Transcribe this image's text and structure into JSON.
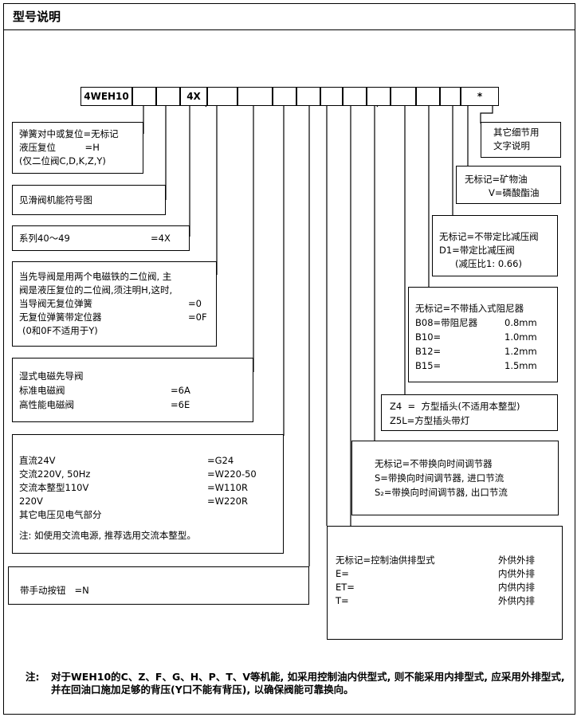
{
  "title": "型号说明",
  "code": {
    "prefix": "4WEH10",
    "series": "4X",
    "star": "*"
  },
  "boxes": {
    "spring": [
      "弹簧对中或复位=无标记",
      "液压复位          =H",
      "(仅二位阀C,D,K,Z,Y)"
    ],
    "symbol": [
      "见滑阀机能符号图"
    ],
    "series": [
      "系列40～49",
      "=4X"
    ],
    "pilot_valve": [
      "当先导阀是用两个电磁铁的二位阀, 主",
      "阀是液压复位的二位阀,须注明H,这时,",
      "当导阀无复位弹簧",
      "=0",
      "无复位弹簧带定位器",
      "=0F",
      "(0和0F不适用于Y)"
    ],
    "solenoid": [
      "湿式电磁先导阀",
      "标准电磁阀",
      "=6A",
      "高性能电磁阀",
      "=6E"
    ],
    "voltage": [
      "直流24V",
      "=G24",
      "交流220V, 50Hz",
      "=W220-50",
      "交流本整型110V",
      "=W110R",
      "220V",
      "=W220R",
      "其它电压见电气部分",
      "注: 如使用交流电源, 推荐选用交流本整型。"
    ],
    "manual": [
      "带手动按钮   =N"
    ],
    "other": [
      "其它细节用",
      "文字说明"
    ],
    "oil": [
      "无标记=矿物油",
      "V=磷酸酯油"
    ],
    "reducer": [
      "无标记=不带定比减压阀",
      "D1=带定比减压阀",
      "(减压比1: 0.66)"
    ],
    "damper": [
      "无标记=不带插入式阻尼器",
      "B08=带阻尼器",
      "0.8mm",
      "B10=",
      "1.0mm",
      "B12=",
      "1.2mm",
      "B15=",
      "1.5mm"
    ],
    "plug": [
      "Z4  =  方型插头(不适用本整型)",
      "Z5L=方型插头带灯"
    ],
    "timer": [
      "无标记=不带换向时间调节器",
      "S=带换向时间调节器, 进口节流",
      "S₂=带换向时间调节器, 出口节流"
    ],
    "supply": [
      "无标记=控制油供排型式",
      "外供外排",
      "E=",
      "内供外排",
      "ET=",
      "内供内排",
      "T=",
      "外供内排"
    ]
  },
  "note": {
    "label": "注:",
    "text": "对于WEH10的C、Z、F、G、H、P、T、V等机能, 如采用控制油内供型式, 则不能采用内排型式, 应采用外排型式, 并在回油口施加足够的背压(Y口不能有背压), 以确保阀能可靠换向。"
  }
}
